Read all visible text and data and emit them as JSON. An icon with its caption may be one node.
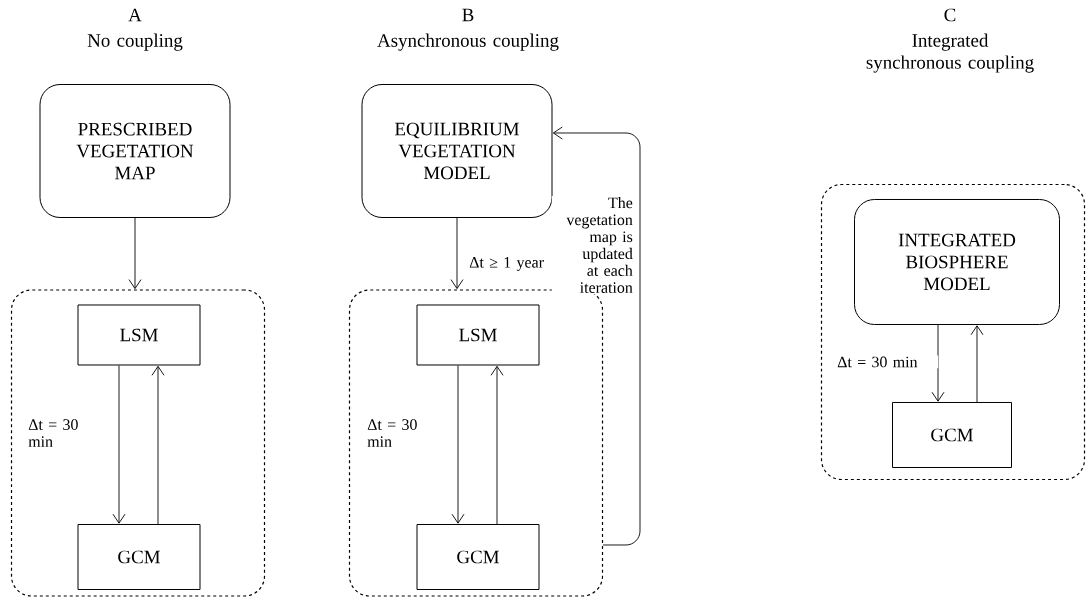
{
  "diagram": {
    "nodes": [
      {
        "text": [
          "PRESCRIBED VEGETATION MAP"
        ]
      },
      {
        "text": [],
        "shape": "box"
      },
      {
        "text": [
          "LSM"
        ],
        "in": 1
      },
      {
        "text": [
          "GCM"
        ],
        "in": 1
      },
      {
        "text": [
          "EQUILIBRIUM VEGETATION MODEL"
        ]
      },
      {
        "text": [],
        "shape": "box"
      },
      {
        "text": [
          "LSM"
        ],
        "in": 5
      },
      {
        "text": [
          "GCM"
        ],
        "in": 5
      },
      {
        "text": [],
        "shape": "box"
      },
      {
        "text": [
          "INTEGRATED BIOSPHERE MODEL"
        ],
        "in": 8
      },
      {
        "text": [
          "GCM"
        ],
        "in": 8
      }
    ],
    "edges": [
      {
        "from": 0,
        "to": 1,
        "arrow": "to"
      },
      {
        "from": 2,
        "to": 3,
        "arrow": "to",
        "label": "Δt = 30 min"
      },
      {
        "from": 3,
        "to": 2,
        "arrow": "to"
      },
      {
        "from": 4,
        "to": 5,
        "arrow": "to",
        "label": "Δt ≥ 1 year"
      },
      {
        "from": 6,
        "to": 7,
        "arrow": "to",
        "label": "Δt = 30 min"
      },
      {
        "from": 7,
        "to": 6,
        "arrow": "to"
      },
      {
        "from": 5,
        "to": 4,
        "arrow": "to",
        "label": "The vegetation map is updated at each iteration"
      },
      {
        "from": 9,
        "to": 10,
        "arrow": "to",
        "label": "Δt = 30 min"
      },
      {
        "from": 10,
        "to": 9,
        "arrow": "to"
      }
    ],
    "labels": [
      "A",
      "No coupling",
      "B",
      "Asynchronous coupling",
      "C",
      "Integrated synchronous coupling"
    ]
  }
}
